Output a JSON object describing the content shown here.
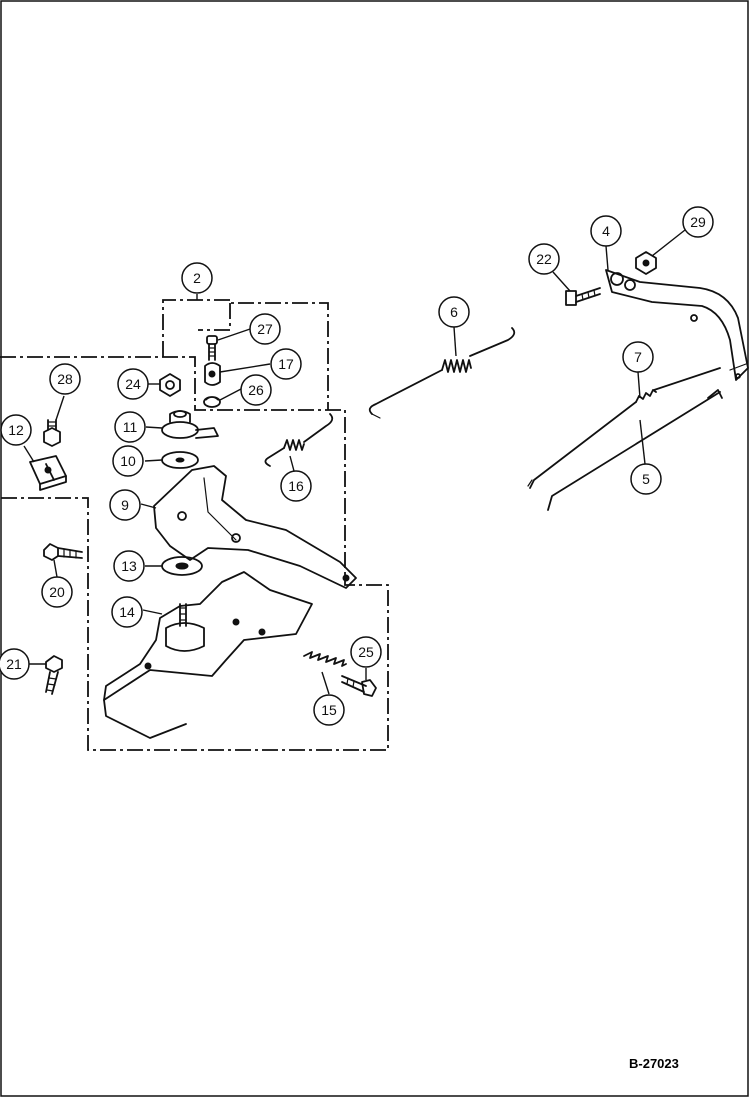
{
  "figure_code": "B-27023",
  "callouts": [
    {
      "id": "c2",
      "label": "2"
    },
    {
      "id": "c4",
      "label": "4"
    },
    {
      "id": "c5",
      "label": "5"
    },
    {
      "id": "c6",
      "label": "6"
    },
    {
      "id": "c7",
      "label": "7"
    },
    {
      "id": "c9",
      "label": "9"
    },
    {
      "id": "c10",
      "label": "10"
    },
    {
      "id": "c11",
      "label": "11"
    },
    {
      "id": "c12",
      "label": "12"
    },
    {
      "id": "c13",
      "label": "13"
    },
    {
      "id": "c14",
      "label": "14"
    },
    {
      "id": "c15",
      "label": "15"
    },
    {
      "id": "c16",
      "label": "16"
    },
    {
      "id": "c17",
      "label": "17"
    },
    {
      "id": "c20",
      "label": "20"
    },
    {
      "id": "c21",
      "label": "21"
    },
    {
      "id": "c22",
      "label": "22"
    },
    {
      "id": "c24",
      "label": "24"
    },
    {
      "id": "c25",
      "label": "25"
    },
    {
      "id": "c26",
      "label": "26"
    },
    {
      "id": "c27",
      "label": "27"
    },
    {
      "id": "c28",
      "label": "28"
    },
    {
      "id": "c29",
      "label": "29"
    }
  ]
}
